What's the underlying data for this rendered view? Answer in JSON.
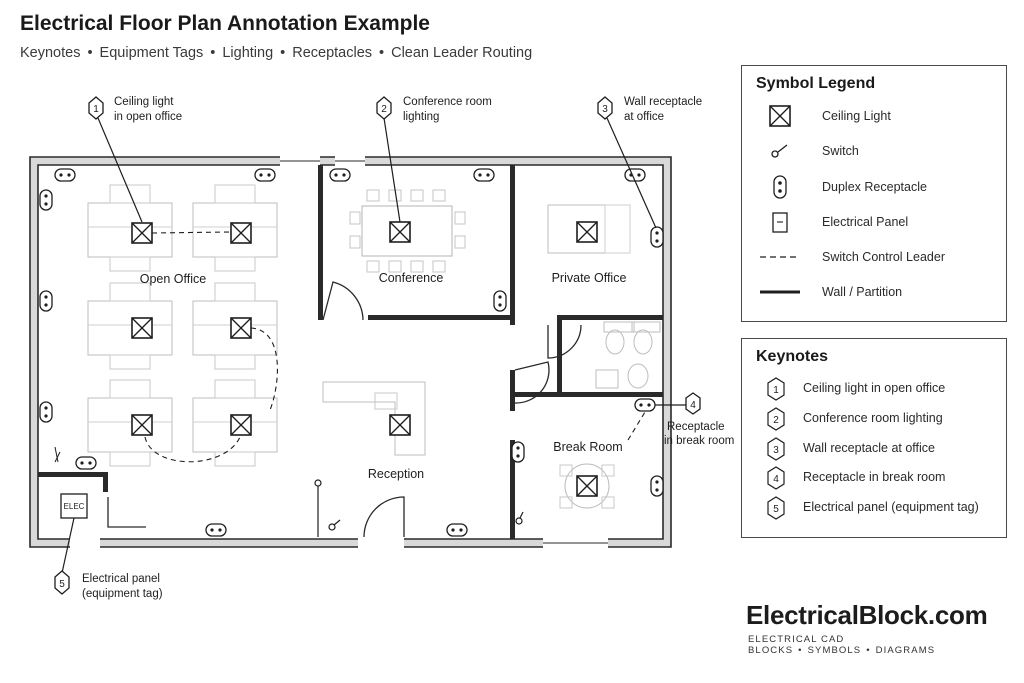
{
  "header": {
    "title": "Electrical Floor Plan Annotation Example",
    "subtitle_items": [
      "Keynotes",
      "Equipment Tags",
      "Lighting",
      "Receptacles",
      "Clean Leader Routing"
    ],
    "separator": "•"
  },
  "rooms": {
    "open_office": "Open Office",
    "conference": "Conference",
    "private_office": "Private Office",
    "reception": "Reception",
    "break_room": "Break Room"
  },
  "panel_tag": "ELEC",
  "callouts": [
    {
      "number": "1",
      "line1": "Ceiling light",
      "line2": "in open office"
    },
    {
      "number": "2",
      "line1": "Conference room",
      "line2": "lighting"
    },
    {
      "number": "3",
      "line1": "Wall receptacle",
      "line2": "at office"
    },
    {
      "number": "4",
      "line1": "Receptacle",
      "line2": "in break room"
    },
    {
      "number": "5",
      "line1": "Electrical panel",
      "line2": "(equipment tag)"
    }
  ],
  "legend": {
    "title": "Symbol Legend",
    "items": [
      {
        "icon": "ceiling-light-icon",
        "label": "Ceiling Light"
      },
      {
        "icon": "switch-icon",
        "label": "Switch"
      },
      {
        "icon": "duplex-receptacle-icon",
        "label": "Duplex Receptacle"
      },
      {
        "icon": "electrical-panel-icon",
        "label": "Electrical Panel"
      },
      {
        "icon": "dashed-leader-icon",
        "label": "Switch Control Leader"
      },
      {
        "icon": "wall-line-icon",
        "label": "Wall / Partition"
      }
    ]
  },
  "keynotes": {
    "title": "Keynotes",
    "items": [
      {
        "number": "1",
        "label": "Ceiling light in open office"
      },
      {
        "number": "2",
        "label": "Conference room lighting"
      },
      {
        "number": "3",
        "label": "Wall receptacle at office"
      },
      {
        "number": "4",
        "label": "Receptacle in break room"
      },
      {
        "number": "5",
        "label": "Electrical panel (equipment tag)"
      }
    ]
  },
  "brand": {
    "name": "ElectricalBlock.com",
    "tagline_items": [
      "ELECTRICAL CAD BLOCKS",
      "SYMBOLS",
      "DIAGRAMS"
    ],
    "separator": "•"
  },
  "colors": {
    "ink": "#1e1e1e",
    "furniture": "#b5b5b5",
    "wall": "#2a2a2a"
  }
}
